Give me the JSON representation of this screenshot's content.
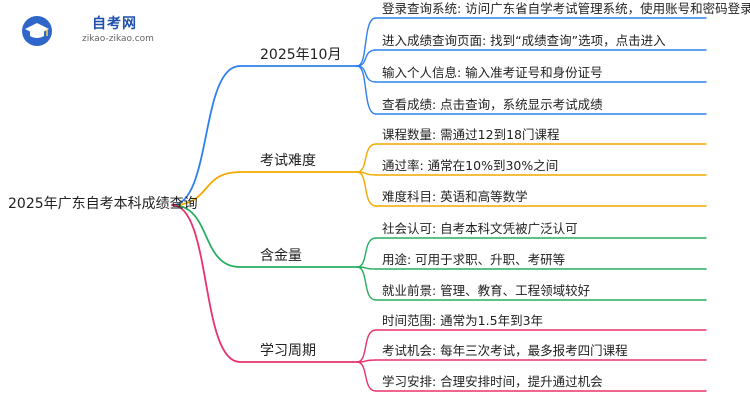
{
  "logo": {
    "name": "自考网",
    "url": "zikao-zikao.com",
    "icon": "graduation-cap-icon"
  },
  "root": "2025年广东自考本科成绩查询",
  "branches": [
    {
      "label": "2025年10月",
      "color": "#2f80ed",
      "leaves": [
        "登录查询系统: 访问广东省自学考试管理系统，使用账号和密码登录",
        "进入成绩查询页面: 找到“成绩查询”选项，点击进入",
        "输入个人信息: 输入准考证号和身份证号",
        "查看成绩: 点击查询，系统显示考试成绩"
      ]
    },
    {
      "label": "考试难度",
      "color": "#f2a900",
      "leaves": [
        "课程数量: 需通过12到18门课程",
        "通过率: 通常在10%到30%之间",
        "难度科目: 英语和高等数学"
      ]
    },
    {
      "label": "含金量",
      "color": "#27ae60",
      "leaves": [
        "社会认可: 自考本科文凭被广泛认可",
        "用途: 可用于求职、升职、考研等",
        "就业前景: 管理、教育、工程领域较好"
      ]
    },
    {
      "label": "学习周期",
      "color": "#e8336b",
      "leaves": [
        "时间范围: 通常为1.5年到3年",
        "考试机会: 每年三次考试，最多报考四门课程",
        "学习安排: 合理安排时间，提升通过机会"
      ]
    }
  ]
}
